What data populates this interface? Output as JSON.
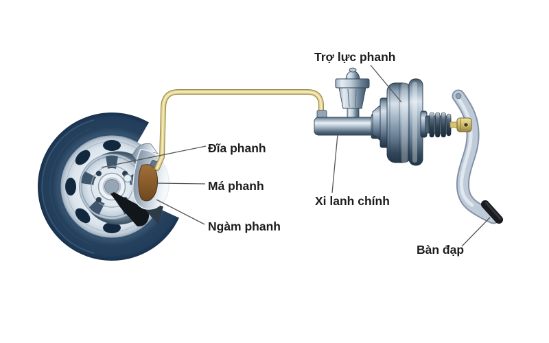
{
  "diagram": {
    "type": "automotive-disc-brake-system",
    "background": "#ffffff",
    "labels": {
      "booster": "Trợ lực phanh",
      "disc": "Đĩa phanh",
      "pad": "Má phanh",
      "caliper": "Ngàm phanh",
      "master_cylinder": "Xi lanh chính",
      "pedal": "Bàn đạp"
    },
    "colors": {
      "tire": "#24405d",
      "rim": "#e9eff4",
      "wheel_inner": "#dce5ed",
      "rotor_disc": "#7c8ea0",
      "brake_pad_brown": "#8a5c2b",
      "caliper_silver": "#c3cfd9",
      "caliper_bracket_black": "#11161b",
      "brake_line_yellow": "#e3d28c",
      "metal_steel": "#8fa3b5",
      "clevis_yellow": "#dcc97a",
      "pedal_arm": "#c0cbd9",
      "pedal_pad_black": "#191b1e",
      "label_text": "#1c1c1c",
      "leader_line": "#555555"
    }
  }
}
